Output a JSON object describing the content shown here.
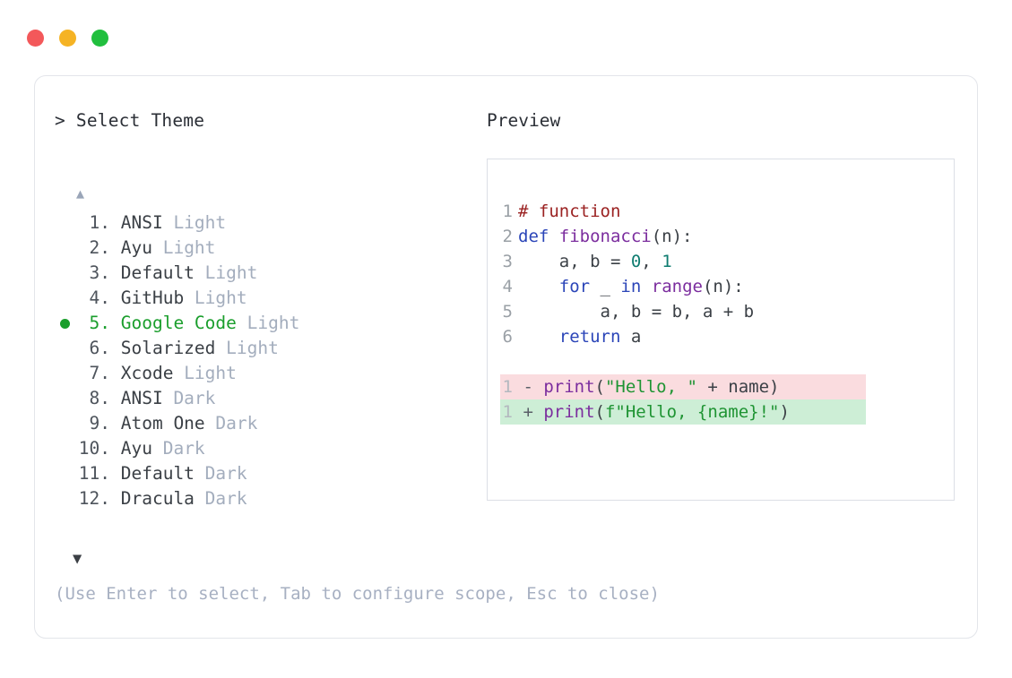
{
  "window": {
    "traffic_lights": [
      {
        "name": "close",
        "color": "#f3585a"
      },
      {
        "name": "minimize",
        "color": "#f5b324"
      },
      {
        "name": "maximize",
        "color": "#21bf3e"
      }
    ]
  },
  "colors": {
    "accent_green": "#1a9e2c",
    "muted": "#a3adbd",
    "text": "#3b4046",
    "card_border": "#e3e5ea",
    "panel_border": "#dcdfe6",
    "diff_del_bg": "#fadcdf",
    "diff_add_bg": "#cdeed6"
  },
  "left": {
    "prompt_symbol": ">",
    "prompt_title": "Select Theme",
    "scroll_up_icon": "▲",
    "scroll_down_icon": "▼",
    "selected_index": 5,
    "items": [
      {
        "num": "1.",
        "name": "ANSI",
        "variant": "Light",
        "selected": false
      },
      {
        "num": "2.",
        "name": "Ayu",
        "variant": "Light",
        "selected": false
      },
      {
        "num": "3.",
        "name": "Default",
        "variant": "Light",
        "selected": false
      },
      {
        "num": "4.",
        "name": "GitHub",
        "variant": "Light",
        "selected": false
      },
      {
        "num": "5.",
        "name": "Google Code",
        "variant": "Light",
        "selected": true
      },
      {
        "num": "6.",
        "name": "Solarized",
        "variant": "Light",
        "selected": false
      },
      {
        "num": "7.",
        "name": "Xcode",
        "variant": "Light",
        "selected": false
      },
      {
        "num": "8.",
        "name": "ANSI",
        "variant": "Dark",
        "selected": false
      },
      {
        "num": "9.",
        "name": "Atom One",
        "variant": "Dark",
        "selected": false
      },
      {
        "num": "10.",
        "name": "Ayu",
        "variant": "Dark",
        "selected": false
      },
      {
        "num": "11.",
        "name": "Default",
        "variant": "Dark",
        "selected": false
      },
      {
        "num": "12.",
        "name": "Dracula",
        "variant": "Dark",
        "selected": false
      }
    ]
  },
  "right": {
    "preview_label": "Preview",
    "code_lines": [
      {
        "n": "1",
        "tokens": [
          {
            "t": "# function",
            "c": "comment"
          }
        ]
      },
      {
        "n": "2",
        "tokens": [
          {
            "t": "def ",
            "c": "keyword"
          },
          {
            "t": "fibonacci",
            "c": "func"
          },
          {
            "t": "(n):",
            "c": "punct"
          }
        ]
      },
      {
        "n": "3",
        "tokens": [
          {
            "t": "    a, b = ",
            "c": "plain"
          },
          {
            "t": "0",
            "c": "num"
          },
          {
            "t": ", ",
            "c": "plain"
          },
          {
            "t": "1",
            "c": "num"
          }
        ]
      },
      {
        "n": "4",
        "tokens": [
          {
            "t": "    ",
            "c": "plain"
          },
          {
            "t": "for",
            "c": "keyword"
          },
          {
            "t": " _ ",
            "c": "plain"
          },
          {
            "t": "in",
            "c": "keyword"
          },
          {
            "t": " ",
            "c": "plain"
          },
          {
            "t": "range",
            "c": "func"
          },
          {
            "t": "(n):",
            "c": "punct"
          }
        ]
      },
      {
        "n": "5",
        "tokens": [
          {
            "t": "        a, b = b, a + b",
            "c": "plain"
          }
        ]
      },
      {
        "n": "6",
        "tokens": [
          {
            "t": "    ",
            "c": "plain"
          },
          {
            "t": "return",
            "c": "keyword"
          },
          {
            "t": " a",
            "c": "plain"
          }
        ]
      }
    ],
    "diff_lines": [
      {
        "n": "1",
        "sign": "-",
        "kind": "del",
        "tokens": [
          {
            "t": "print",
            "c": "func"
          },
          {
            "t": "(",
            "c": "punct"
          },
          {
            "t": "\"Hello, \"",
            "c": "str"
          },
          {
            "t": " + name)",
            "c": "plain"
          }
        ]
      },
      {
        "n": "1",
        "sign": "+",
        "kind": "add",
        "tokens": [
          {
            "t": "print",
            "c": "func"
          },
          {
            "t": "(",
            "c": "punct"
          },
          {
            "t": "f\"Hello, {name}!\"",
            "c": "str"
          },
          {
            "t": ")",
            "c": "punct"
          }
        ]
      }
    ]
  },
  "footer": {
    "help_text": "(Use Enter to select, Tab to configure scope, Esc to close)"
  }
}
